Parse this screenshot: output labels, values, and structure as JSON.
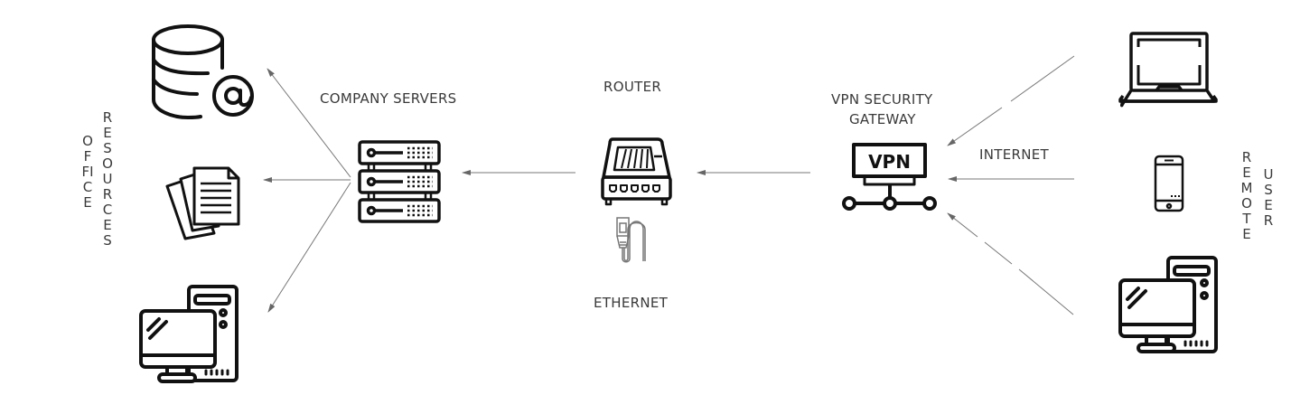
{
  "labels": {
    "office_resources": [
      "OFFICE",
      "RESOURCES"
    ],
    "company_servers": "COMPANY SERVERS",
    "router": "ROUTER",
    "ethernet": "ETHERNET",
    "vpn_gateway_line1": "VPN SECURITY",
    "vpn_gateway_line2": "GATEWAY",
    "internet": "INTERNET",
    "remote_user": [
      "REMOTE",
      "USER"
    ],
    "vpn_box_text": "VPN"
  },
  "nodes": {
    "office": [
      {
        "name": "email-database",
        "icon": "database-at-icon"
      },
      {
        "name": "documents",
        "icon": "documents-icon"
      },
      {
        "name": "office-desktop",
        "icon": "desktop-computer-icon"
      }
    ],
    "servers": {
      "icon": "server-rack-icon"
    },
    "router": {
      "icon": "router-icon",
      "cable": "ethernet-cable-icon"
    },
    "gateway": {
      "icon": "vpn-gateway-icon"
    },
    "remote": [
      {
        "name": "laptop",
        "icon": "laptop-icon"
      },
      {
        "name": "smartphone",
        "icon": "smartphone-icon"
      },
      {
        "name": "remote-desktop",
        "icon": "desktop-computer-icon"
      }
    ]
  },
  "colors": {
    "icon_stroke": "#111111",
    "arrow": "#666666",
    "text": "#3a3a3a"
  }
}
